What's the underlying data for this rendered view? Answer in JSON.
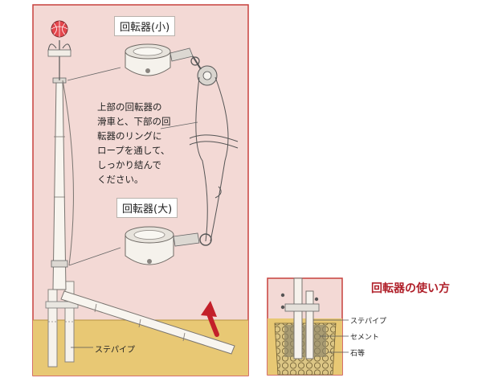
{
  "main": {
    "label_small": "回転器(小)",
    "label_large": "回転器(大)",
    "instructions": [
      "上部の回転器の",
      "滑車と、下部の回",
      "転器のリングに",
      "ロープを通して、",
      "しっかり結んで",
      "ください。"
    ],
    "pipe_label": "ステパイプ"
  },
  "detail": {
    "title": "回転器の使い方",
    "labels": [
      "ステパイプ",
      "セメント",
      "石等"
    ]
  },
  "colors": {
    "panel_pink": "#f3d9d5",
    "ground": "#e8c874",
    "border": "#c7413d",
    "arrow": "#c3202a",
    "gravel": "#d8c27b"
  }
}
